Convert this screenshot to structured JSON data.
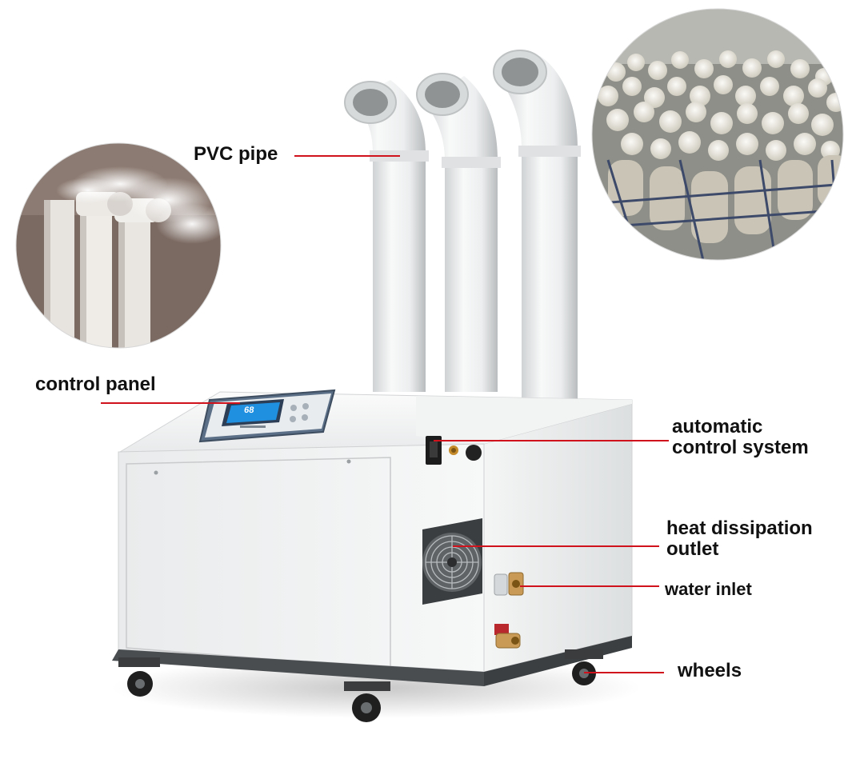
{
  "labels": {
    "pvc_pipe": "PVC pipe",
    "control_panel": "control panel",
    "automatic_control_system": [
      "automatic",
      "control system"
    ],
    "heat_dissipation_outlet": [
      "heat dissipation",
      "outlet"
    ],
    "water_inlet": "water inlet",
    "wheels": "wheels"
  },
  "panel_display": "68",
  "colors": {
    "leader_line": "#d0121c",
    "text": "#111111",
    "cabinet": "#f1f2f2",
    "lcd": "#1f8fe0"
  }
}
